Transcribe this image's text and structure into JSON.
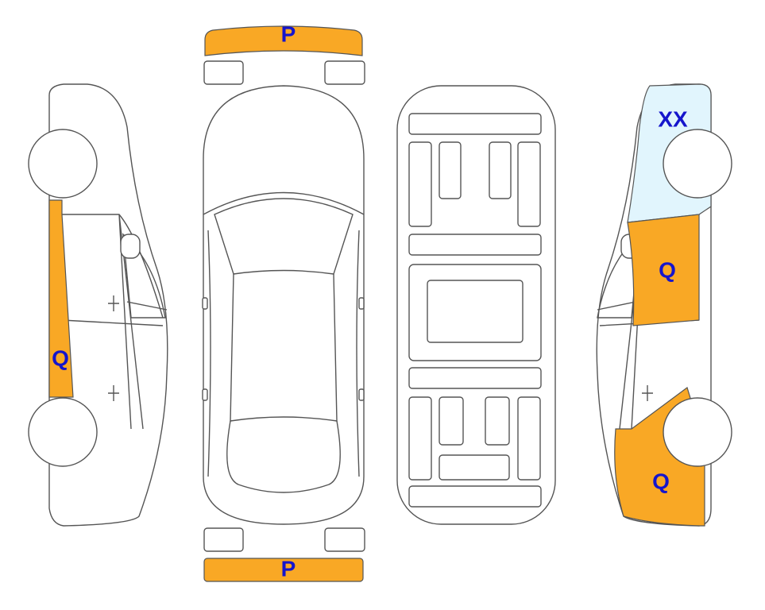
{
  "colors": {
    "outline": "#555555",
    "damage_fill": "#F9A825",
    "highlight_fill": "#E1F5FD",
    "label_text": "#1515CC"
  },
  "views": {
    "left_side": {
      "panel_codes": [
        "Q"
      ]
    },
    "top": {
      "front_bumper_code": "P",
      "rear_bumper_code": "P"
    },
    "underside": {},
    "right_side": {
      "front_fender_code": "XX",
      "front_door_code": "Q",
      "rear_quarter_code": "Q"
    }
  }
}
